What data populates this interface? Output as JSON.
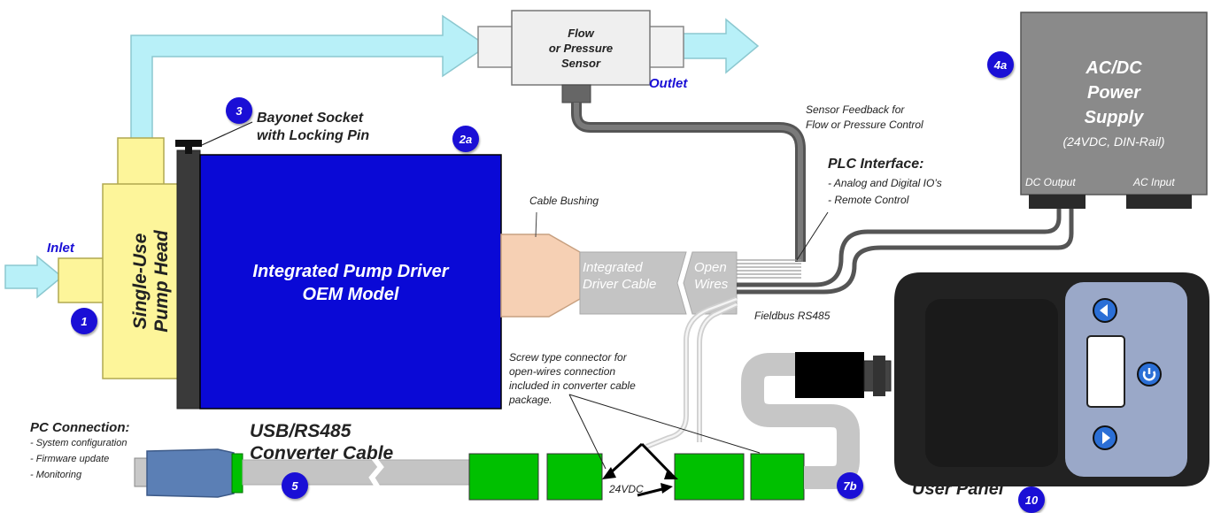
{
  "colors": {
    "fluid_arrow": "#b8f0f8",
    "pump_head": "#fdf59a",
    "pump_driver": "#0a09d6",
    "bushing": "#f6d0b4",
    "cable_gray": "#c8c8c8",
    "connector_green": "#00c000",
    "badge_blue": "#1a0fd6",
    "power_supply": "#8a8a8a",
    "user_panel_body": "#2b2b2b",
    "user_panel_face": "#9aa8c8"
  },
  "labels": {
    "inlet": "Inlet",
    "outlet": "Outlet",
    "sensor_line1": "Flow",
    "sensor_line2": "or Pressure",
    "sensor_line3": "Sensor",
    "pump_head_line1": "Single-Use",
    "pump_head_line2": "Pump Head",
    "bayonet_line1": "Bayonet Socket",
    "bayonet_line2": "with Locking Pin",
    "driver_line1": "Integrated Pump Driver",
    "driver_line2": "OEM Model",
    "cable_bushing": "Cable Bushing",
    "driver_cable_line1": "Integrated",
    "driver_cable_line2": "Driver Cable",
    "open_wires_line1": "Open",
    "open_wires_line2": "Wires",
    "sensor_feedback_line1": "Sensor Feedback for",
    "sensor_feedback_line2": "Flow or Pressure Control",
    "plc_title": "PLC Interface:",
    "plc_item1": "- Analog and Digital IO’s",
    "plc_item2": "- Remote Control",
    "psu_line1": "AC/DC",
    "psu_line2": "Power",
    "psu_line3": "Supply",
    "psu_line4": "(24VDC, DIN-Rail)",
    "dc_output": "DC Output",
    "ac_input": "AC Input",
    "fieldbus": "Fieldbus RS485",
    "screw_note_line1": "Screw type connector for",
    "screw_note_line2": "open-wires connection",
    "screw_note_line3": "included in converter cable",
    "screw_note_line4": "package.",
    "pc_title": "PC Connection:",
    "pc_item1": "- System configuration",
    "pc_item2": "- Firmware update",
    "pc_item3": "- Monitoring",
    "usb_line1": "USB/RS485",
    "usb_line2": "Converter Cable",
    "vdc": "24VDC",
    "user_panel": "User Panel"
  },
  "badges": {
    "b1": "1",
    "b2a": "2a",
    "b3": "3",
    "b4a": "4a",
    "b5": "5",
    "b7b": "7b",
    "b10": "10"
  },
  "icons": {
    "panel_up": "chevron-left-icon",
    "panel_power": "power-icon",
    "panel_down": "chevron-right-icon"
  }
}
